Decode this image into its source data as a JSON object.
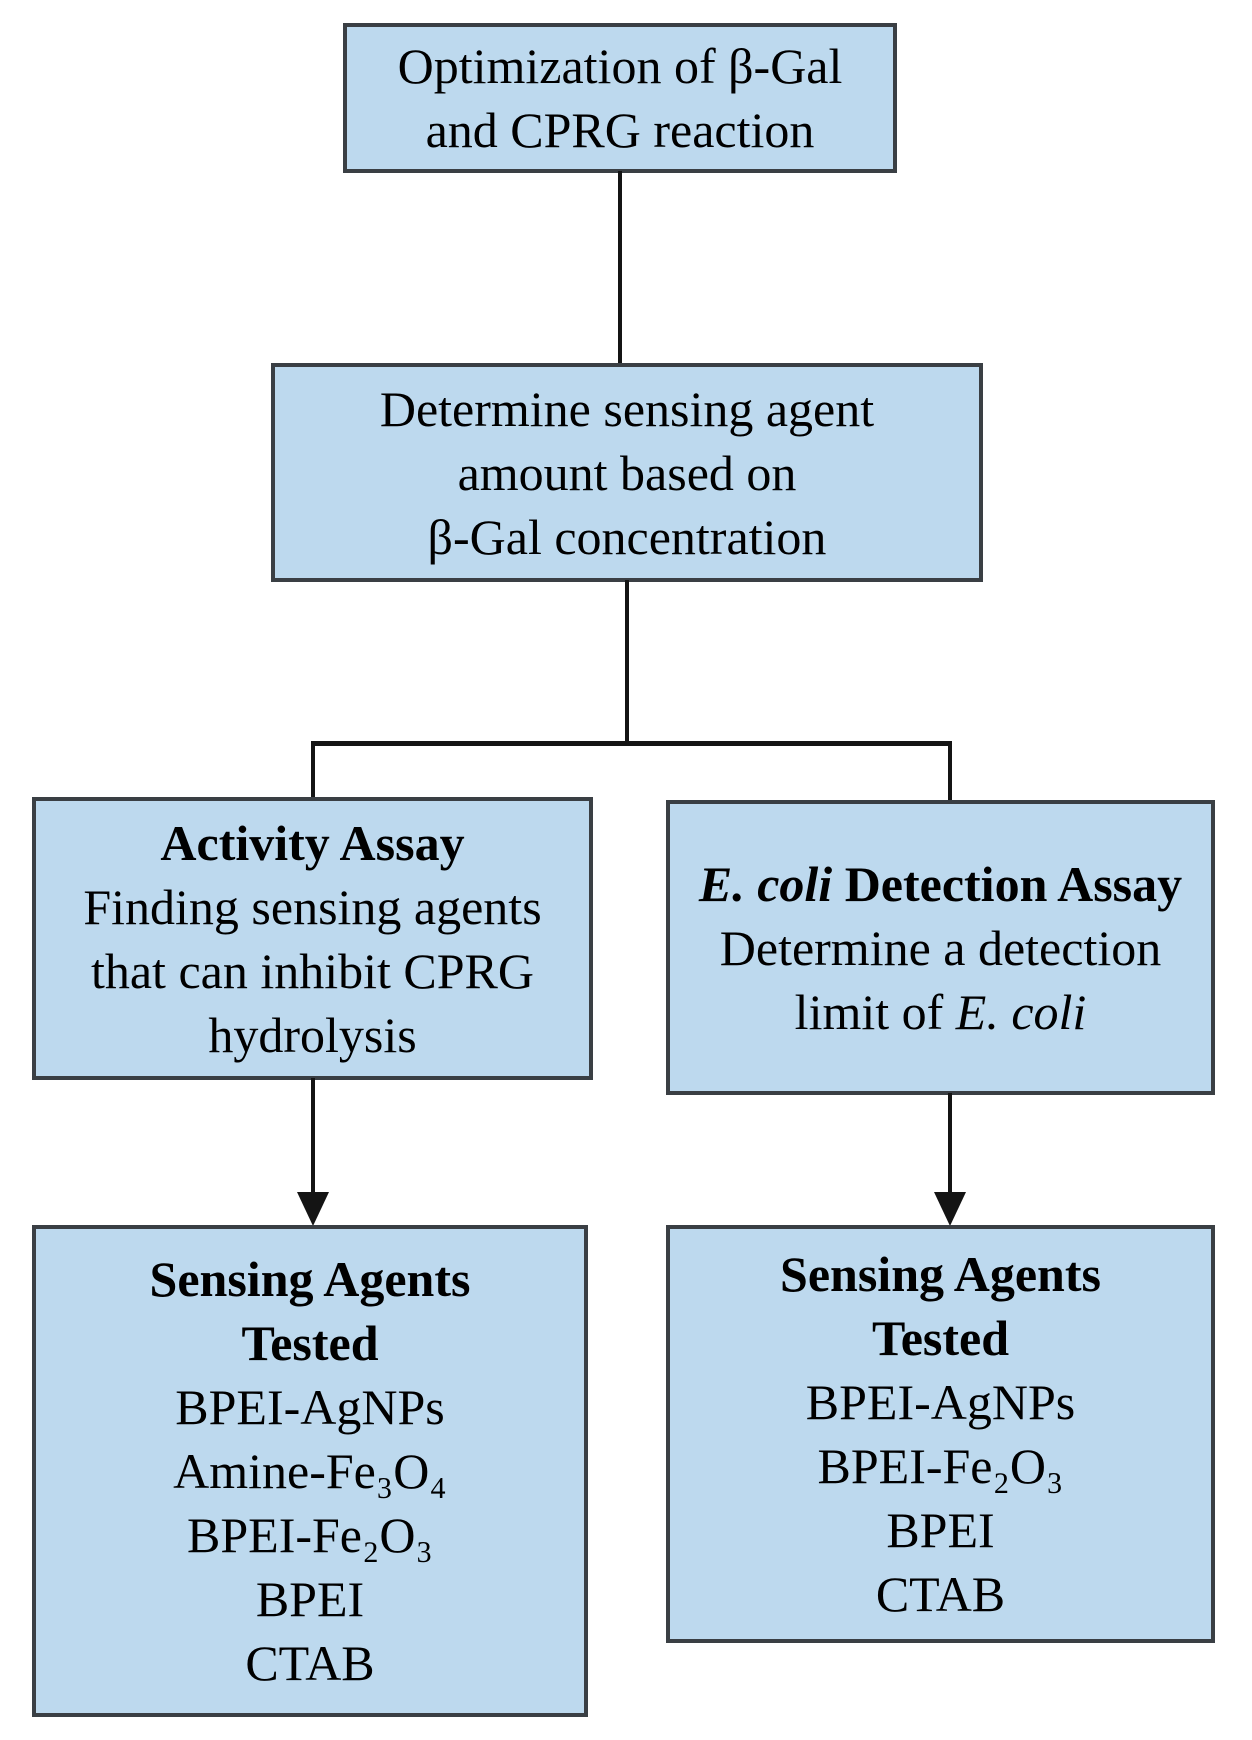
{
  "colors": {
    "box_fill": "#BDD9EE",
    "box_border": "#3A3F44",
    "connector": "#141414",
    "text": "#000000"
  },
  "flowchart": {
    "optimization": {
      "lines": [
        "Optimization of β-Gal",
        "and CPRG reaction"
      ]
    },
    "determine_amount": {
      "lines": [
        "Determine sensing agent",
        "amount based on",
        "β-Gal concentration"
      ]
    },
    "activity_assay": {
      "title": "Activity Assay",
      "desc_lines": [
        "Finding sensing agents",
        "that can inhibit CPRG",
        "hydrolysis"
      ]
    },
    "ecoli_assay": {
      "title_italic": "E. coli",
      "title_rest": " Detection Assay",
      "desc_prefix": "Determine a detection limit of ",
      "desc_italic": "E. coli"
    },
    "agents_left": {
      "title_lines": [
        "Sensing Agents",
        "Tested"
      ],
      "items": [
        "BPEI-AgNPs",
        "Amine-Fe₃O₄",
        "BPEI-Fe₂O₃",
        "BPEI",
        "CTAB"
      ]
    },
    "agents_right": {
      "title_lines": [
        "Sensing Agents",
        "Tested"
      ],
      "items": [
        "BPEI-AgNPs",
        "BPEI-Fe₂O₃",
        "BPEI",
        "CTAB"
      ]
    }
  }
}
